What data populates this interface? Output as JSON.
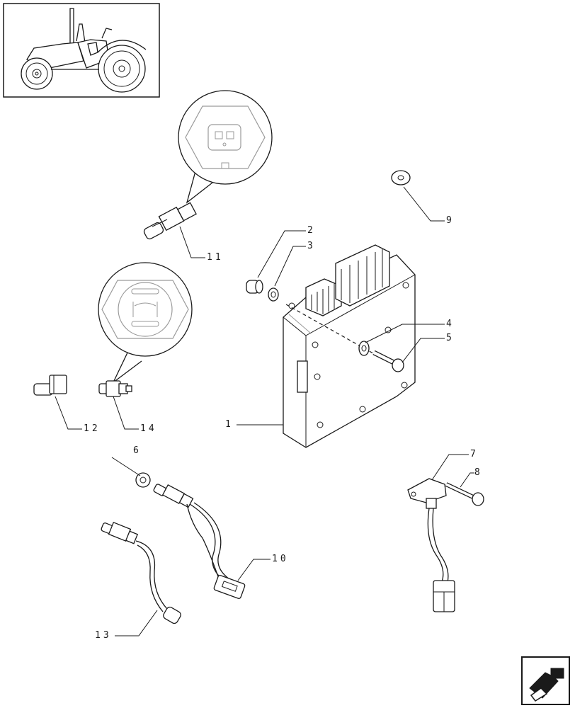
{
  "callouts": {
    "c1": "1",
    "c2": "2",
    "c3": "3",
    "c4": "4",
    "c5": "5",
    "c6": "6",
    "c7": "7",
    "c8": "8",
    "c9": "9",
    "c10": "10",
    "c11": "11",
    "c12": "12",
    "c13": "13",
    "c14": "14"
  },
  "icons": {
    "thumbnail": "tractor-thumbnail-icon",
    "navigation": "next-page-arrow-icon"
  }
}
